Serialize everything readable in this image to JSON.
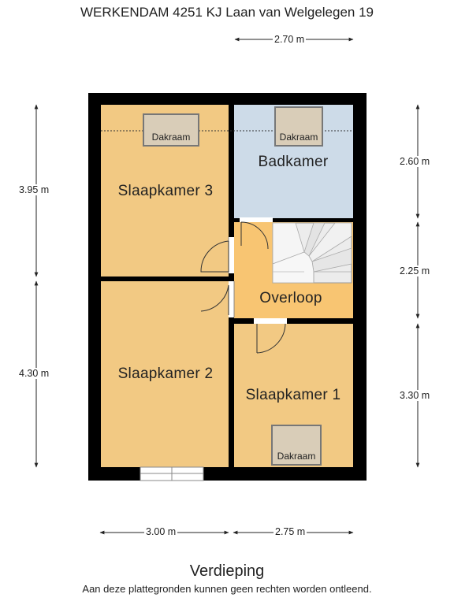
{
  "header": {
    "title": "WERKENDAM 4251 KJ Laan van Welgelegen 19"
  },
  "dimensions": {
    "top_width": "2.70 m",
    "left_upper": "3.95 m",
    "left_lower": "4.30 m",
    "right_upper": "2.60 m",
    "right_middle": "2.25 m",
    "right_lower": "3.30 m",
    "bottom_left": "3.00 m",
    "bottom_right": "2.75 m"
  },
  "rooms": {
    "slaapkamer_3": "Slaapkamer 3",
    "badkamer": "Badkamer",
    "overloop": "Overloop",
    "slaapkamer_2": "Slaapkamer 2",
    "slaapkamer_1": "Slaapkamer 1"
  },
  "skylights": {
    "slaapkamer_3": "Dakraam",
    "badkamer": "Dakraam",
    "slaapkamer_1": "Dakraam"
  },
  "footer": {
    "floor_name": "Verdieping",
    "disclaimer": "Aan deze plattegronden kunnen geen rechten worden ontleend."
  },
  "colors": {
    "wall": "#000000",
    "bedroom": "#f2c983",
    "bathroom": "#cddbe8",
    "landing": "#f8c572",
    "skylight_fill": "#d9cdb8",
    "stairs": "#e9e9e9"
  }
}
